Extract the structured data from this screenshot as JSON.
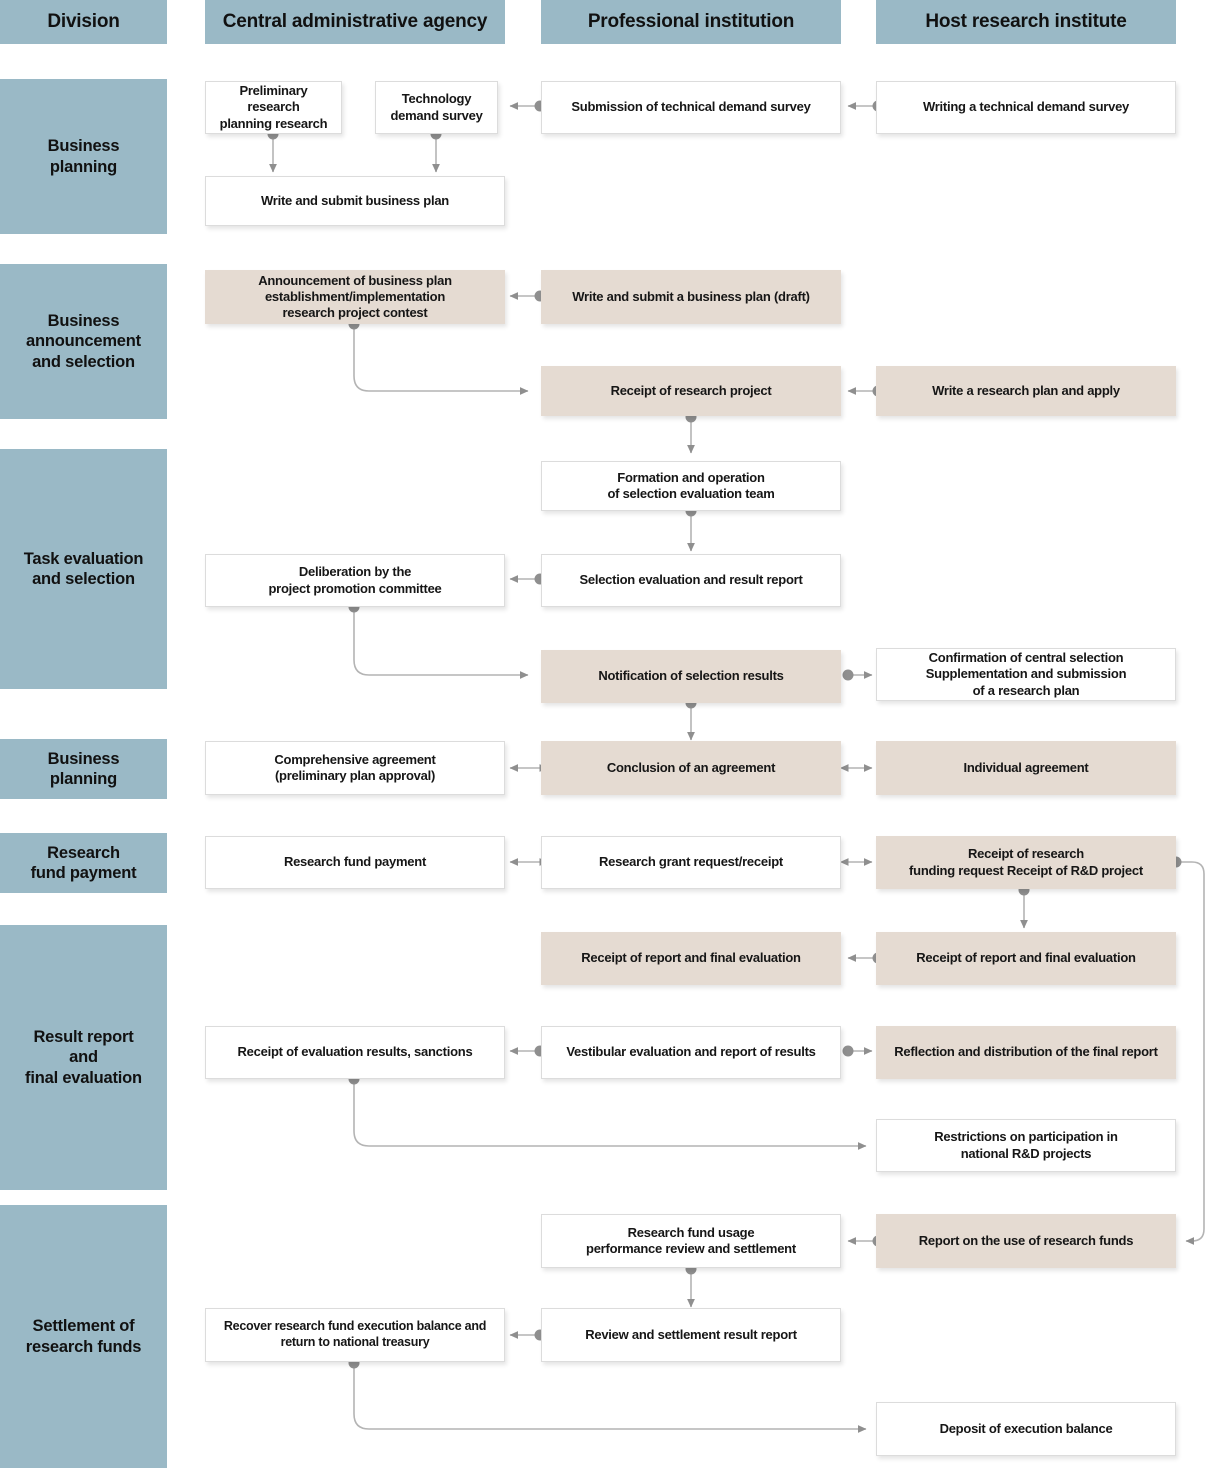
{
  "columns": [
    {
      "id": "division",
      "label": "Division"
    },
    {
      "id": "central",
      "label": "Central administrative agency"
    },
    {
      "id": "pro",
      "label": "Professional institution"
    },
    {
      "id": "host",
      "label": "Host research institute"
    }
  ],
  "divisions": [
    {
      "id": "biz-planning-1",
      "label": "Business\nplanning"
    },
    {
      "id": "biz-announce",
      "label": "Business\nannouncement\nand selection"
    },
    {
      "id": "task-eval",
      "label": "Task evaluation\nand selection"
    },
    {
      "id": "biz-planning-2",
      "label": "Business\nplanning"
    },
    {
      "id": "fund-payment",
      "label": "Research\nfund payment"
    },
    {
      "id": "result-report",
      "label": "Result report\nand\nfinal evaluation"
    },
    {
      "id": "settlement",
      "label": "Settlement of\nresearch funds"
    }
  ],
  "nodes": {
    "n01": "Preliminary research\nplanning research",
    "n02": "Technology\ndemand survey",
    "n03": "Submission of technical demand survey",
    "n04": "Writing a technical demand survey",
    "n05": "Write and submit business plan",
    "n06": "Announcement of business plan\nestablishment/implementation\nresearch project contest",
    "n07": "Write and submit a business plan (draft)",
    "n08": "Receipt of research project",
    "n09": "Write a research plan and apply",
    "n10": "Formation and operation\nof selection evaluation team",
    "n11": "Deliberation by the\nproject promotion committee",
    "n12": "Selection evaluation and result report",
    "n13": "Notification of selection results",
    "n14": "Confirmation of central selection\nSupplementation and submission\nof a research plan",
    "n15": "Comprehensive agreement\n(preliminary plan approval)",
    "n16": "Conclusion of an agreement",
    "n17": "Individual agreement",
    "n18": "Research fund payment",
    "n19": "Research grant request/receipt",
    "n20": "Receipt of research\nfunding request Receipt of R&D project",
    "n21": "Receipt of report and final evaluation",
    "n22": "Receipt of report and final evaluation",
    "n23": "Receipt of evaluation results, sanctions",
    "n24": "Vestibular evaluation and report of results",
    "n25": "Reflection and distribution of the final report",
    "n26": "Restrictions on participation in\nnational R&D projects",
    "n27": "Research fund usage\nperformance review and settlement",
    "n28": "Report on the use of research funds",
    "n29": "Recover research fund execution balance and\nreturn to national treasury",
    "n30": "Review and settlement result report",
    "n31": "Deposit of execution balance"
  },
  "colors": {
    "header_fill": "#9ab9c6",
    "division_fill": "#9ab9c6",
    "node_white": "#ffffff",
    "node_beige": "#e5dbd2",
    "connector": "#8f8f8f",
    "text": "#161616"
  }
}
